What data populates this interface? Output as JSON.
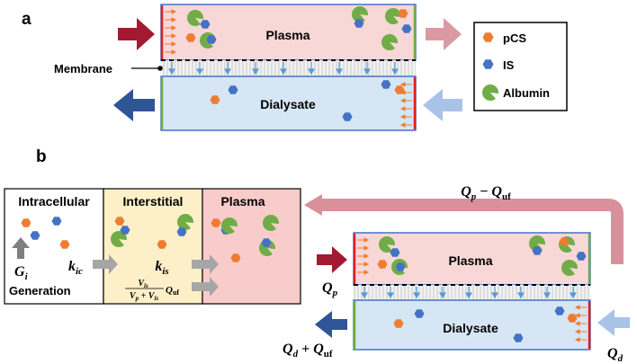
{
  "panels": {
    "a": {
      "label": "a"
    },
    "b": {
      "label": "b"
    }
  },
  "labels": {
    "plasma": "Plasma",
    "dialysate": "Dialysate",
    "membrane": "Membrane",
    "intracellular": "Intracellular",
    "interstitial": "Interstitial",
    "generation": "Generation"
  },
  "legend": [
    {
      "name": "pCS",
      "shape": "hexagon",
      "color": "#ed7d31"
    },
    {
      "name": "IS",
      "shape": "hexagon",
      "color": "#4472c4"
    },
    {
      "name": "Albumin",
      "shape": "pacman",
      "color": "#70ad47"
    }
  ],
  "math": {
    "g_main": "G",
    "g_sub": "i",
    "kic_main": "k",
    "kic_sub": "ic",
    "kis_main": "k",
    "kis_sub": "is",
    "frac_num_main": "V",
    "frac_num_sub": "is",
    "frac_den_a_main": "V",
    "frac_den_a_sub": "p",
    "frac_den_plus": " + ",
    "frac_den_b_main": "V",
    "frac_den_b_sub": "is",
    "frac_q_main": "Q",
    "frac_q_sub": "uf",
    "qp_main": "Q",
    "qp_sub": "p",
    "qd_main": "Q",
    "qd_sub": "d",
    "recirc_a_main": "Q",
    "recirc_a_sub": "p",
    "recirc_op": " − ",
    "recirc_b_main": "Q",
    "recirc_b_sub": "uf",
    "out_a_main": "Q",
    "out_a_sub": "d",
    "out_op": " + ",
    "out_b_main": "Q",
    "out_b_sub": "uf"
  },
  "colors": {
    "plasma_fill": "#f8d7d7",
    "dialysate_fill": "#d6e6f4",
    "interstitial_fill": "#fdf0c8",
    "plasma_box_fill": "#f9cccc",
    "box_border": "#4472c4",
    "inflow_arrow": "#a21a32",
    "outflow_arrow": "#2f5597",
    "faded_out_arrow": "#d99aa3",
    "faded_in_arrow": "#a9c2e8",
    "recirculation": "#d9909b",
    "red_edge": "#e02020",
    "green_edge": "#70ad47",
    "membrane_arrows": "#5b9bd5",
    "transfer_arrow": "#a6a6a6"
  }
}
